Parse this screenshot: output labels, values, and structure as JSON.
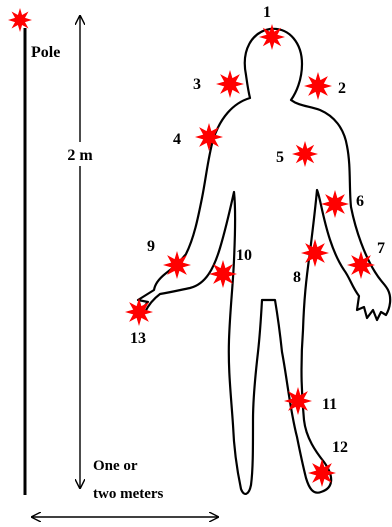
{
  "pole": {
    "label": "Pole"
  },
  "height": {
    "label": "2 m"
  },
  "distance": {
    "line1": "One or",
    "line2": "two meters"
  },
  "markers": [
    {
      "number": "1"
    },
    {
      "number": "2"
    },
    {
      "number": "3"
    },
    {
      "number": "4"
    },
    {
      "number": "5"
    },
    {
      "number": "6"
    },
    {
      "number": "7"
    },
    {
      "number": "8"
    },
    {
      "number": "9"
    },
    {
      "number": "10"
    },
    {
      "number": "11"
    },
    {
      "number": "12"
    },
    {
      "number": "13"
    }
  ],
  "colors": {
    "marker": "#ff0000",
    "outline": "#000000",
    "background": "#ffffff"
  },
  "icons": {
    "marker": "red-star-icon"
  }
}
